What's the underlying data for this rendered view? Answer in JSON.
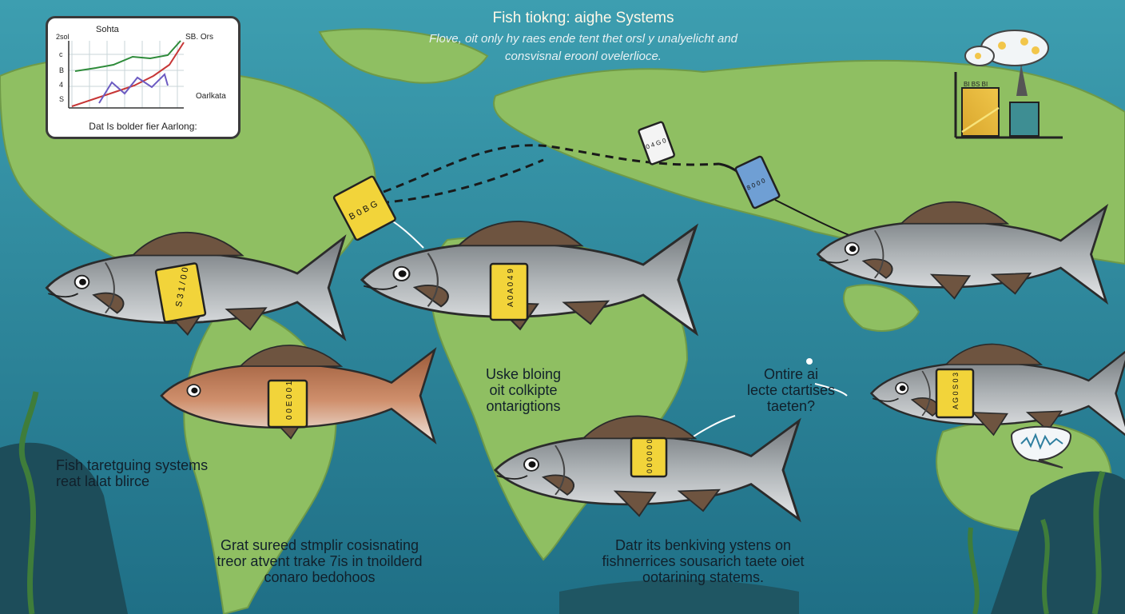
{
  "header": {
    "title": "Fish tiokng: aighe Systems",
    "subtitle_line1": "Flove, oit only hy raes ende tent thet orsl y unalyelicht and",
    "subtitle_line2": "consvisnal eroonl ovelerlioce."
  },
  "chart": {
    "title": "Sohta",
    "caption": "Dat Is bolder fier Aarlong:",
    "axis_top": "SB. Ors",
    "axis_right": "Oarlkata",
    "y_label": "2sol",
    "ticks": [
      "c",
      "B",
      "4",
      "S"
    ]
  },
  "mini_chart": {
    "label": "BI BS BI"
  },
  "callouts": {
    "center_line1": "Uske bloing",
    "center_line2": "oit colkipte",
    "center_line3": "ontarigtions",
    "right_line1": "Ontire ai",
    "right_line2": "lecte ctartises",
    "right_line3": "taeten?",
    "left_line1": "Fish taretguing systems",
    "left_line2": "reat lalat blirce",
    "bottom_left_line1": "Grat sureed stmplir cosisnating",
    "bottom_left_line2": "treor atvent trake 7is in tnoilderd",
    "bottom_left_line3": "conaro bedohoos",
    "bottom_right_line1": "Datr its benkiving ystens on",
    "bottom_right_line2": "fishnerrices sousarich taete oiet",
    "bottom_right_line3": "ootarining statems."
  },
  "tags": {
    "t1": "S 3 1 / 0 0",
    "t2": "A 0 A 0 4 9",
    "t3": "0 0 E 0 0 1",
    "t4": "0 0 0 0 0 0",
    "t5": "A G 0 S 0 3",
    "t6": "B 0 B G",
    "t7": "0 4 G 0",
    "t8": "8 0 0 0"
  },
  "colors": {
    "ocean": "#2f8ea3",
    "land": "#8fbf62",
    "tag_yellow": "#f2d43a",
    "fish_body": "#9ea3a7",
    "fin": "#6e5440"
  }
}
